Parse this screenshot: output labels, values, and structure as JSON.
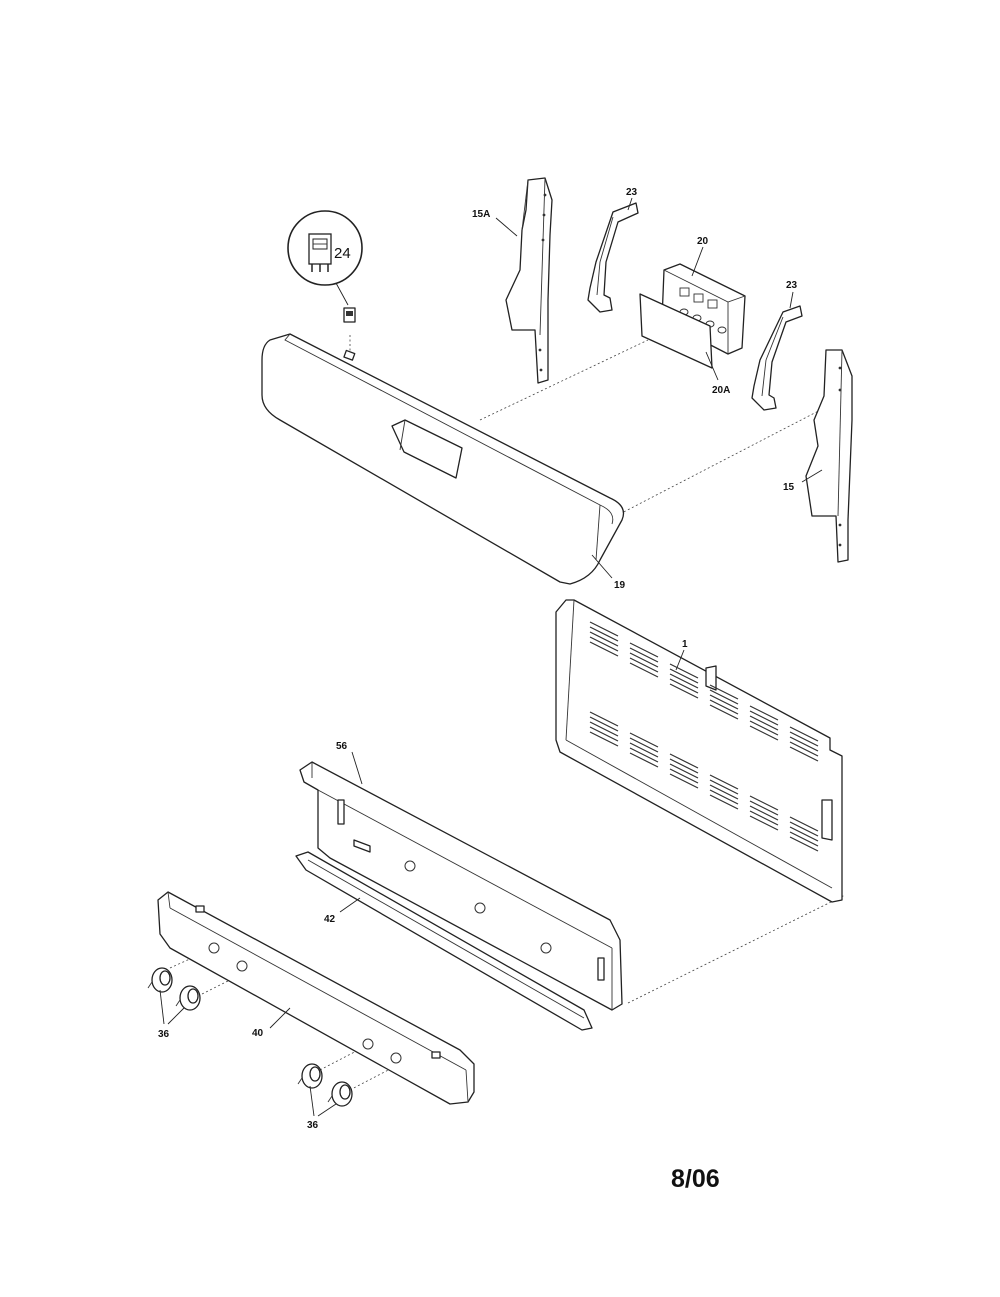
{
  "labels": {
    "l24": "24",
    "l15A": "15A",
    "l23a": "23",
    "l20": "20",
    "l23b": "23",
    "l20A": "20A",
    "l15": "15",
    "l19": "19",
    "l1": "1",
    "l56": "56",
    "l42": "42",
    "l40": "40",
    "l36a": "36",
    "l36b": "36"
  },
  "footer": {
    "date": "8/06"
  }
}
